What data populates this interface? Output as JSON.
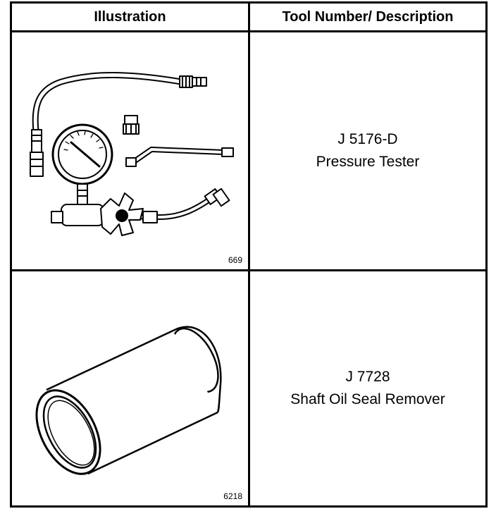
{
  "table": {
    "headers": {
      "illustration": "Illustration",
      "tool": "Tool Number/ Description"
    },
    "rows": [
      {
        "figure_number": "669",
        "tool_number": "J 5176-D",
        "description": "Pressure Tester",
        "icon": "pressure-gauge-tester-illustration"
      },
      {
        "figure_number": "6218",
        "tool_number": "J 7728",
        "description": "Shaft Oil Seal Remover",
        "icon": "cylindrical-seal-remover-illustration"
      }
    ]
  }
}
